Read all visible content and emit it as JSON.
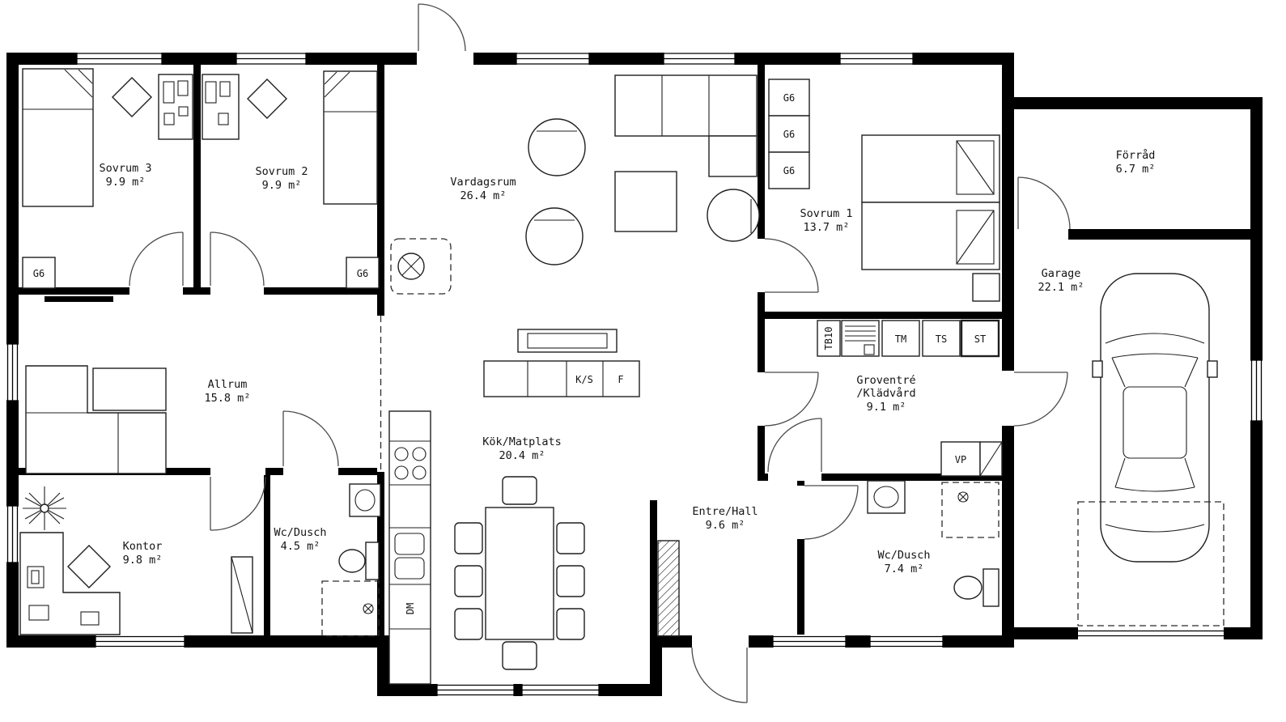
{
  "plan": {
    "rooms": [
      {
        "name": "Sovrum 3",
        "area": "9.9 m²"
      },
      {
        "name": "Sovrum 2",
        "area": "9.9 m²"
      },
      {
        "name": "Vardagsrum",
        "area": "26.4 m²"
      },
      {
        "name": "Sovrum 1",
        "area": "13.7 m²"
      },
      {
        "name": "Förråd",
        "area": "6.7 m²"
      },
      {
        "name": "Garage",
        "area": "22.1 m²"
      },
      {
        "name": "Allrum",
        "area": "15.8 m²"
      },
      {
        "name": "Kontor",
        "area": "9.8 m²"
      },
      {
        "name": "Wc/Dusch",
        "area": "4.5 m²"
      },
      {
        "name": "Kök/Matplats",
        "area": "20.4 m²"
      },
      {
        "name": "Entre/Hall",
        "area": "9.6 m²"
      },
      {
        "name": "Groventré",
        "name2": "/Klädvård",
        "area": "9.1 m²"
      },
      {
        "name": "Wc/Dusch",
        "area": "7.4 m²"
      }
    ],
    "labels": {
      "wardrobe": "G6",
      "tb10": "TB10",
      "tm": "TM",
      "ts": "TS",
      "st": "ST",
      "vp": "VP",
      "kyl_sval": "K/S",
      "frys": "F",
      "diskmaskin": "DM"
    },
    "colors": {
      "wall": "#000000",
      "line": "#1f1f1f",
      "background": "#ffffff"
    }
  }
}
